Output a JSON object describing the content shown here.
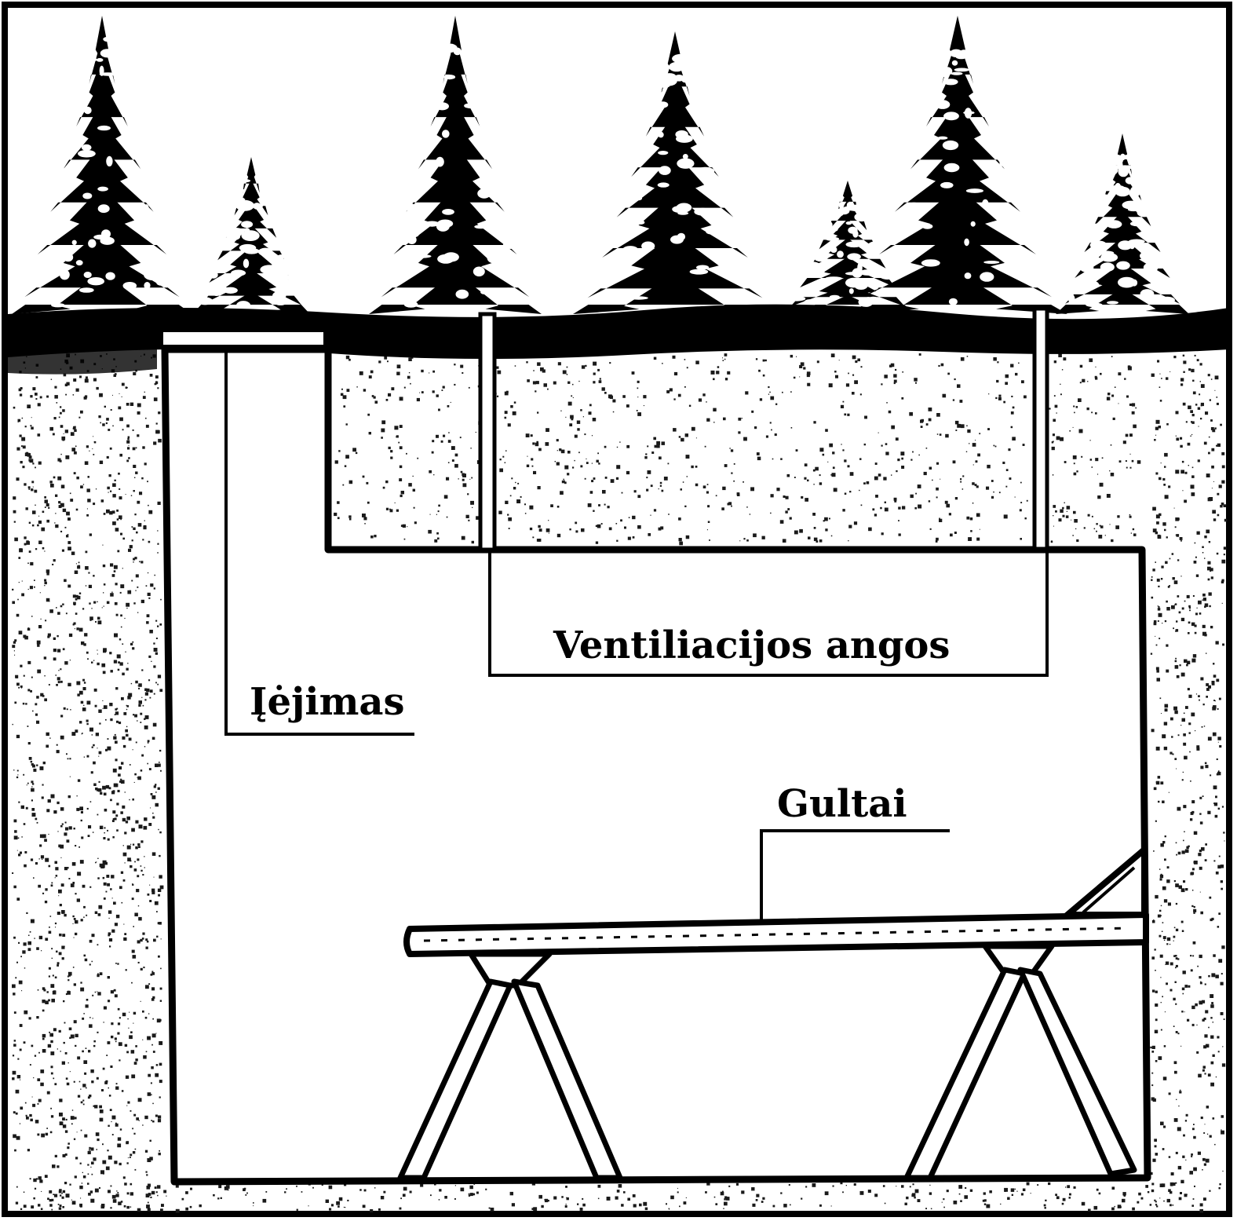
{
  "labels": {
    "entrance": "Įėjimas",
    "ventilation": "Ventiliacijos angos",
    "bunks": "Gultai"
  },
  "colors": {
    "ink": "#000000",
    "paper": "#ffffff",
    "soil_speckle": "#1a1a1a"
  },
  "icons": {
    "trees": "spruce-tree-icon",
    "ground": "ground-surface",
    "bed": "bunk-bed-icon"
  }
}
